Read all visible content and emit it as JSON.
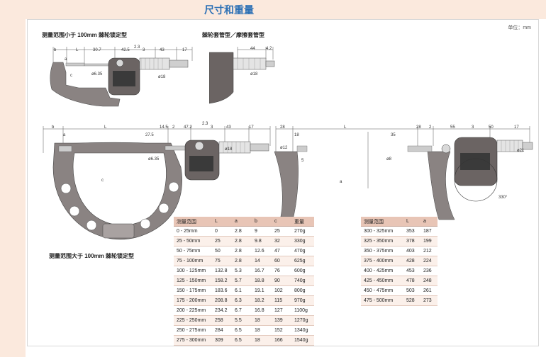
{
  "page": {
    "title": "尺寸和重量",
    "unit": "单位：mm"
  },
  "figures": {
    "small_label": "测量范围小于 100mm 棘轮锁定型",
    "sleeve_label": "棘轮套管型／摩擦套管型",
    "large_label": "测量范围大于 100mm 棘轮锁定型"
  },
  "dims": {
    "small": [
      "b",
      "L",
      "30.7",
      "42.5",
      "2.3",
      "3",
      "43",
      "17",
      "a",
      "c",
      "ø6.35",
      "ø18"
    ],
    "sleeve": [
      "44",
      "4.2",
      "ø18"
    ],
    "large": [
      "b",
      "L",
      "14.5",
      "2",
      "47.2",
      "2.3",
      "3",
      "43",
      "17",
      "a",
      "27.5",
      "ø6.35",
      "ø18",
      "c"
    ],
    "xl": [
      "28",
      "L",
      "28",
      "2",
      "55",
      "3",
      "50",
      "17",
      "18",
      "35",
      "ø12",
      "5",
      "ø8",
      "a",
      "ø21",
      "330°"
    ]
  },
  "table1": {
    "headers": [
      "测量范围",
      "L",
      "a",
      "b",
      "c",
      "重量"
    ],
    "rows": [
      [
        "0 - 25mm",
        "0",
        "2.8",
        "9",
        "25",
        "270g"
      ],
      [
        "25 - 50mm",
        "25",
        "2.8",
        "9.8",
        "32",
        "330g"
      ],
      [
        "50 - 75mm",
        "50",
        "2.8",
        "12.6",
        "47",
        "470g"
      ],
      [
        "75 - 100mm",
        "75",
        "2.8",
        "14",
        "60",
        "625g"
      ],
      [
        "100 - 125mm",
        "132.8",
        "5.3",
        "16.7",
        "76",
        "600g"
      ],
      [
        "125 - 150mm",
        "158.2",
        "5.7",
        "18.8",
        "90",
        "740g"
      ],
      [
        "150 - 175mm",
        "183.6",
        "6.1",
        "19.1",
        "102",
        "800g"
      ],
      [
        "175 - 200mm",
        "208.8",
        "6.3",
        "18.2",
        "115",
        "970g"
      ],
      [
        "200 - 225mm",
        "234.2",
        "6.7",
        "16.8",
        "127",
        "1100g"
      ],
      [
        "225 - 250mm",
        "258",
        "5.5",
        "18",
        "139",
        "1270g"
      ],
      [
        "250 - 275mm",
        "284",
        "6.5",
        "18",
        "152",
        "1340g"
      ],
      [
        "275 - 300mm",
        "309",
        "6.5",
        "18",
        "166",
        "1540g"
      ]
    ]
  },
  "table2": {
    "headers": [
      "测量范围",
      "L",
      "a"
    ],
    "rows": [
      [
        "300 - 325mm",
        "353",
        "187"
      ],
      [
        "325 - 350mm",
        "378",
        "199"
      ],
      [
        "350 - 375mm",
        "403",
        "212"
      ],
      [
        "375 - 400mm",
        "428",
        "224"
      ],
      [
        "400 - 425mm",
        "453",
        "236"
      ],
      [
        "425 - 450mm",
        "478",
        "248"
      ],
      [
        "450 - 475mm",
        "503",
        "261"
      ],
      [
        "475 - 500mm",
        "528",
        "273"
      ]
    ]
  }
}
